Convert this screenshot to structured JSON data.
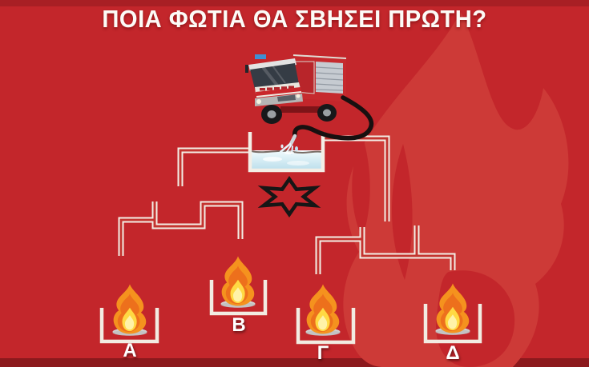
{
  "title": "ΠΟΙΑ ΦΩΤΙΑ ΘΑ ΣΒΗΣΕΙ ΠΡΩΤΗ?",
  "fires": [
    {
      "id": "A",
      "label": "Α"
    },
    {
      "id": "B",
      "label": "Β"
    },
    {
      "id": "G",
      "label": "Γ"
    },
    {
      "id": "D",
      "label": "Δ"
    }
  ],
  "icons": {
    "truck": "fire-truck-icon",
    "hose": "water-hose-icon",
    "tank": "water-tank-icon",
    "star": "six-pointed-star-icon",
    "flame": "flame-icon",
    "container": "fire-container-icon",
    "watermark": "flame-watermark"
  },
  "colors": {
    "background": "#c3262b",
    "background_dark_band": "#8c191d",
    "watermark_red": "#cd3a37",
    "pipe_white": "#f3eee6",
    "pipe_inner_red": "#c43430",
    "water_blue": "#d9eef5",
    "star_outline": "#161616",
    "flame_orange": "#f5921e",
    "flame_deep_orange": "#ed701c",
    "flame_yellow": "#ffd943",
    "label_white": "#ffffff"
  }
}
